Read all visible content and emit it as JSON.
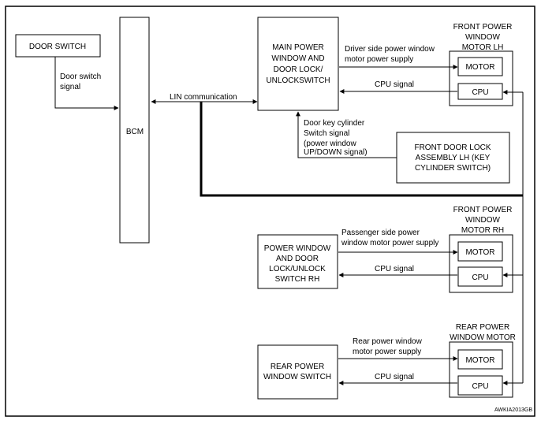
{
  "blocks": {
    "door_switch": "DOOR SWITCH",
    "bcm": "BCM",
    "main_power_window_switch": [
      "MAIN POWER",
      "WINDOW AND",
      "DOOR LOCK/",
      "UNLOCKSWITCH"
    ],
    "front_power_window_motor_lh": [
      "FRONT POWER",
      "WINDOW",
      "MOTOR LH"
    ],
    "front_door_lock_assembly_lh": [
      "FRONT DOOR LOCK",
      "ASSEMBLY LH (KEY",
      "CYLINDER SWITCH)"
    ],
    "front_power_window_motor_rh": [
      "FRONT POWER",
      "WINDOW",
      "MOTOR RH"
    ],
    "power_window_switch_rh": [
      "POWER WINDOW",
      "AND DOOR",
      "LOCK/UNLOCK",
      "SWITCH RH"
    ],
    "rear_power_window_motor": [
      "REAR POWER",
      "WINDOW MOTOR"
    ],
    "rear_power_window_switch": [
      "REAR POWER",
      "WINDOW SWITCH"
    ],
    "motor": "MOTOR",
    "cpu": "CPU"
  },
  "signals": {
    "door_switch_signal": [
      "Door switch",
      "signal"
    ],
    "lin_communication": "LIN communication",
    "driver_motor_supply": [
      "Driver side power window",
      "motor power supply"
    ],
    "cpu_signal": "CPU signal",
    "door_key_cylinder": [
      "Door key cylinder",
      "Switch signal",
      "(power window",
      "UP/DOWN signal)"
    ],
    "passenger_motor_supply": [
      "Passenger side power",
      "window motor power supply"
    ],
    "rear_motor_supply": [
      "Rear power window",
      "motor power supply"
    ]
  },
  "figure_code": "AWKIA2013GB"
}
